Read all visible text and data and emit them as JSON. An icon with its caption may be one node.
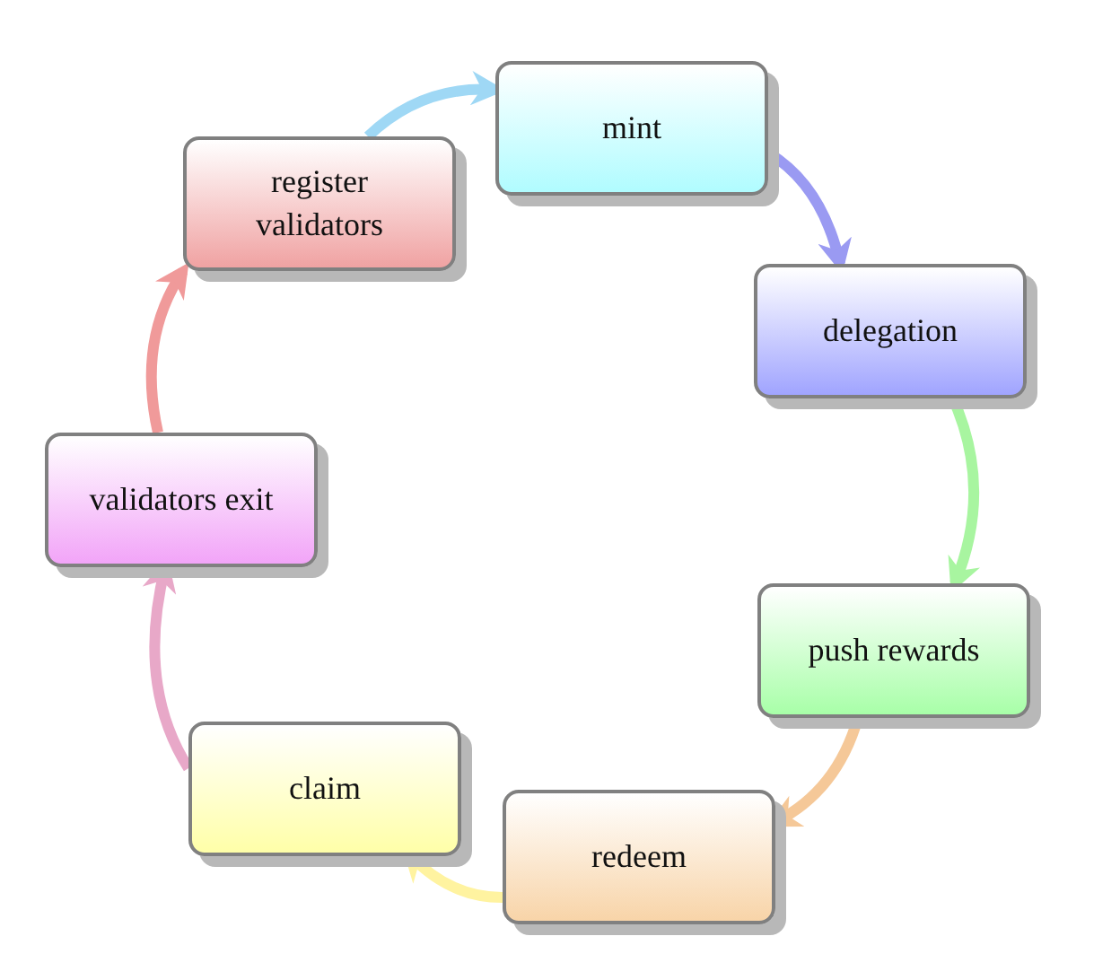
{
  "diagram": {
    "nodes": [
      {
        "text": [
          "mint"
        ]
      },
      {
        "text": [
          "delegation"
        ]
      },
      {
        "text": [
          "push rewards"
        ]
      },
      {
        "text": [
          "redeem"
        ]
      },
      {
        "text": [
          "claim"
        ]
      },
      {
        "text": [
          "validators exit"
        ]
      },
      {
        "text": [
          "register validators"
        ]
      }
    ],
    "edges": [
      {
        "from": 0,
        "to": 1,
        "arrow": "to",
        "color": "#9a9af2"
      },
      {
        "from": 1,
        "to": 2,
        "arrow": "to",
        "color": "#a8f5a0"
      },
      {
        "from": 2,
        "to": 3,
        "arrow": "to",
        "color": "#f5c898"
      },
      {
        "from": 3,
        "to": 4,
        "arrow": "to",
        "color": "#fff3a0"
      },
      {
        "from": 4,
        "to": 5,
        "arrow": "to",
        "color": "#e8a8c8"
      },
      {
        "from": 5,
        "to": 6,
        "arrow": "to",
        "color": "#f09a9a"
      },
      {
        "from": 6,
        "to": 0,
        "arrow": "to",
        "color": "#9fd8f5"
      }
    ]
  }
}
